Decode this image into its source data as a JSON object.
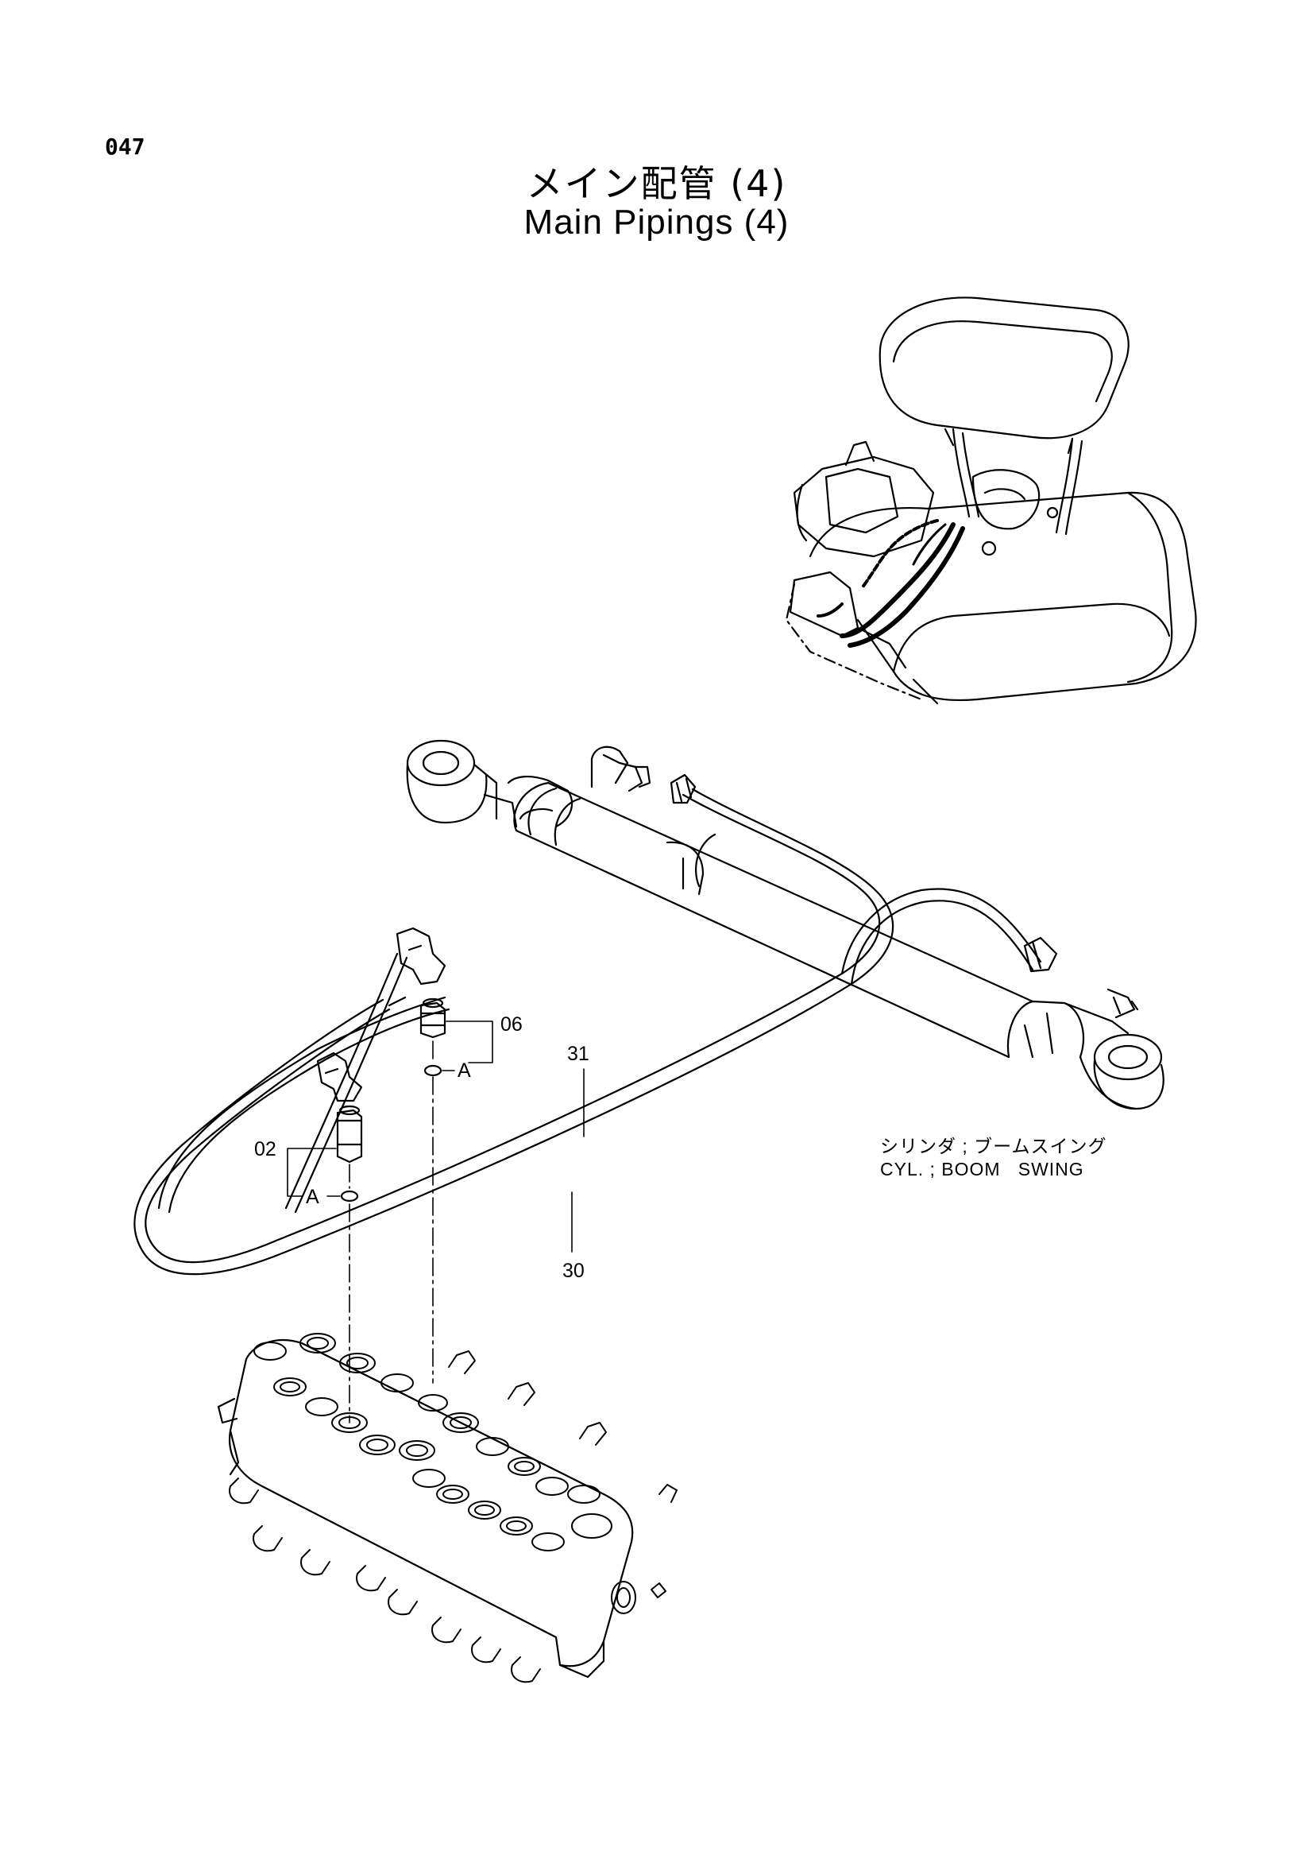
{
  "page_number": "047",
  "title_jp": "メイン配管 (4)",
  "title_en": "Main Pipings (4)",
  "callouts": {
    "p06": "06",
    "p02": "02",
    "a_upper": "A",
    "a_lower": "A",
    "p31": "31",
    "p30": "30"
  },
  "component_label": {
    "jp": "シリンダ ; ブームスイング",
    "en": "CYL. ; BOOM   SWING"
  },
  "colors": {
    "line": "#000000",
    "background": "#ffffff"
  }
}
